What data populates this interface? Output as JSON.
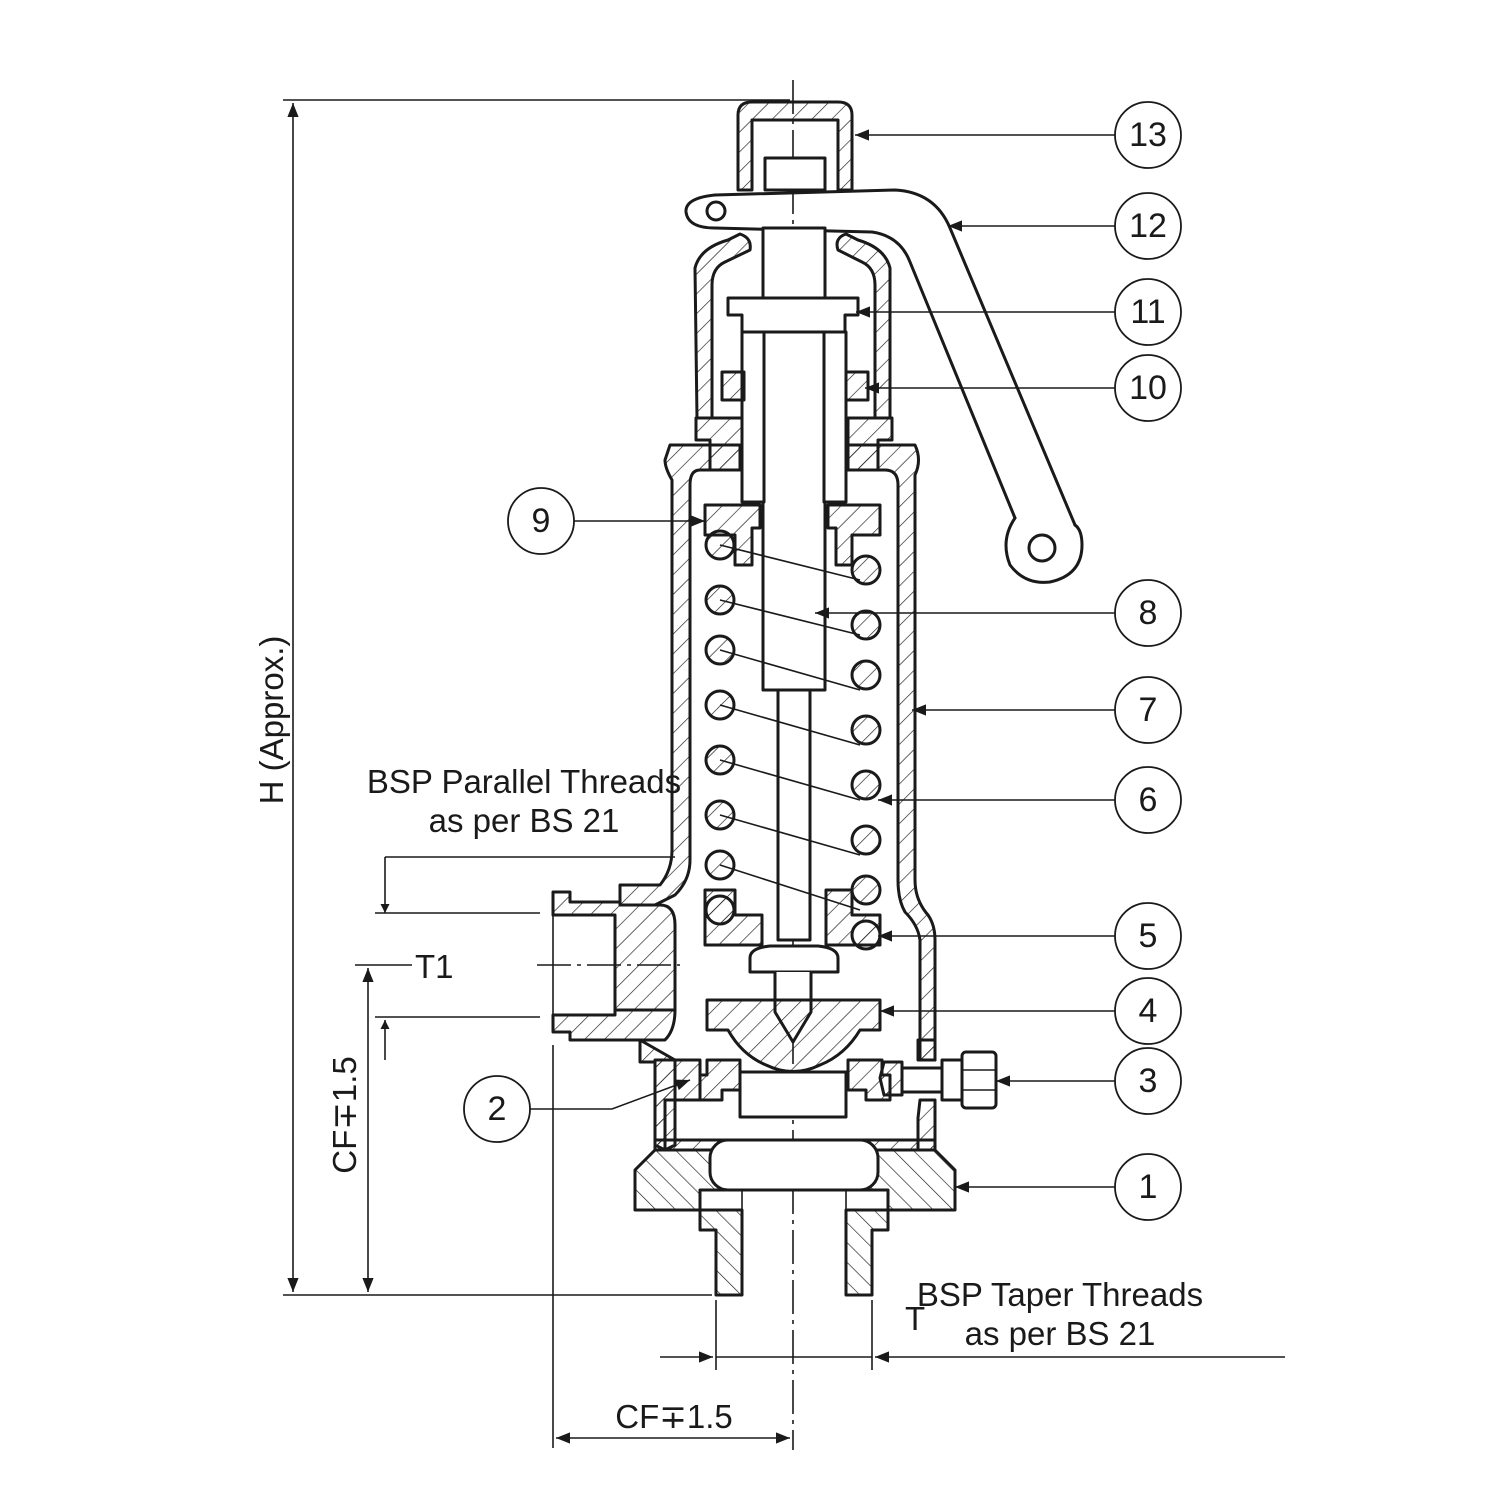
{
  "callouts": [
    {
      "number": "13",
      "part": "cap"
    },
    {
      "number": "12",
      "part": "lifting-lever"
    },
    {
      "number": "11",
      "part": "lock-nut"
    },
    {
      "number": "10",
      "part": "adjusting-screw-nut"
    },
    {
      "number": "9",
      "part": "upper-spring-plate"
    },
    {
      "number": "8",
      "part": "spindle"
    },
    {
      "number": "7",
      "part": "bonnet-body"
    },
    {
      "number": "6",
      "part": "spring"
    },
    {
      "number": "5",
      "part": "lower-spring-plate"
    },
    {
      "number": "4",
      "part": "disc"
    },
    {
      "number": "3",
      "part": "locking-screw"
    },
    {
      "number": "2",
      "part": "blowdown-ring"
    },
    {
      "number": "1",
      "part": "nozzle"
    }
  ],
  "labels": {
    "height": "H (Approx.)",
    "outlet_thread_line1": "BSP Parallel Threads",
    "outlet_thread_line2": "as per BS 21",
    "outlet_size": "T1",
    "inlet_thread_line1": "BSP Taper Threads",
    "inlet_thread_line2": "as per BS 21",
    "inlet_size": "T",
    "cf_vertical": "CF∓1.5",
    "cf_horizontal": "CF∓1.5"
  }
}
